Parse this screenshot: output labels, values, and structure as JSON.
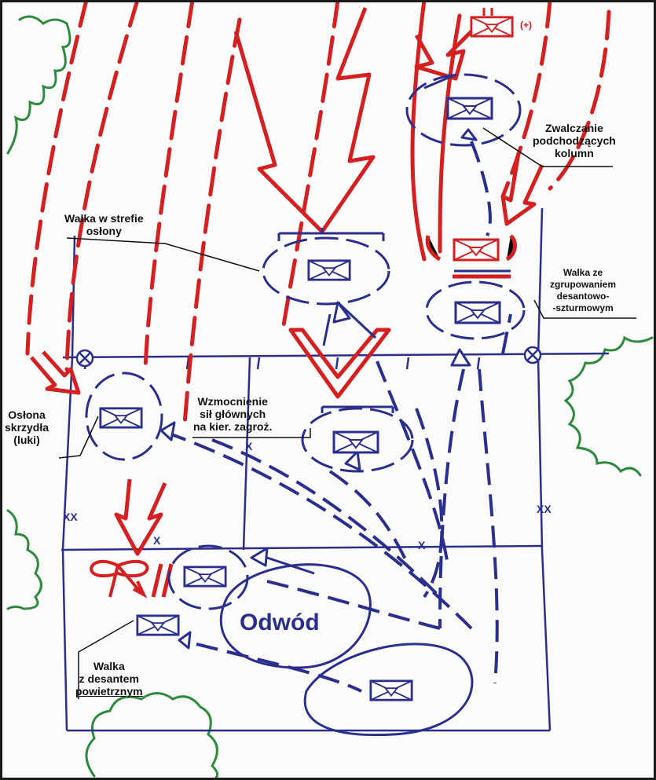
{
  "labels": {
    "zwalczanie": [
      "Zwalczanie",
      "podchodzących",
      "kolumn"
    ],
    "walka_oslony": [
      "Walka w strefie",
      "osłony"
    ],
    "walka_desant_szturm": [
      "Walka ze",
      "zgrupowaniem",
      "desantowo-",
      "-szturmowym"
    ],
    "oslona_skrzydla": [
      "Osłona",
      "skrzydła",
      "(luki)"
    ],
    "wzmocnienie": [
      "Wzmocnienie",
      "sił głównych",
      "na kier. zagroż."
    ],
    "walka_powietrzny": [
      "Walka",
      "z desantem",
      "powietrznym"
    ],
    "odwod": "Odwód",
    "plus_marker": "(+)"
  },
  "colors": {
    "enemy_red": "#d42020",
    "friendly_blue": "#2a2f8f",
    "terrain_green": "#2e8b3e",
    "text": "#111111"
  },
  "boundary_markers": [
    "XX",
    "XX",
    "X",
    "X",
    "X"
  ],
  "icons": [
    "mechanized-unit-symbol",
    "crossing-point-symbol",
    "forest-outline"
  ]
}
